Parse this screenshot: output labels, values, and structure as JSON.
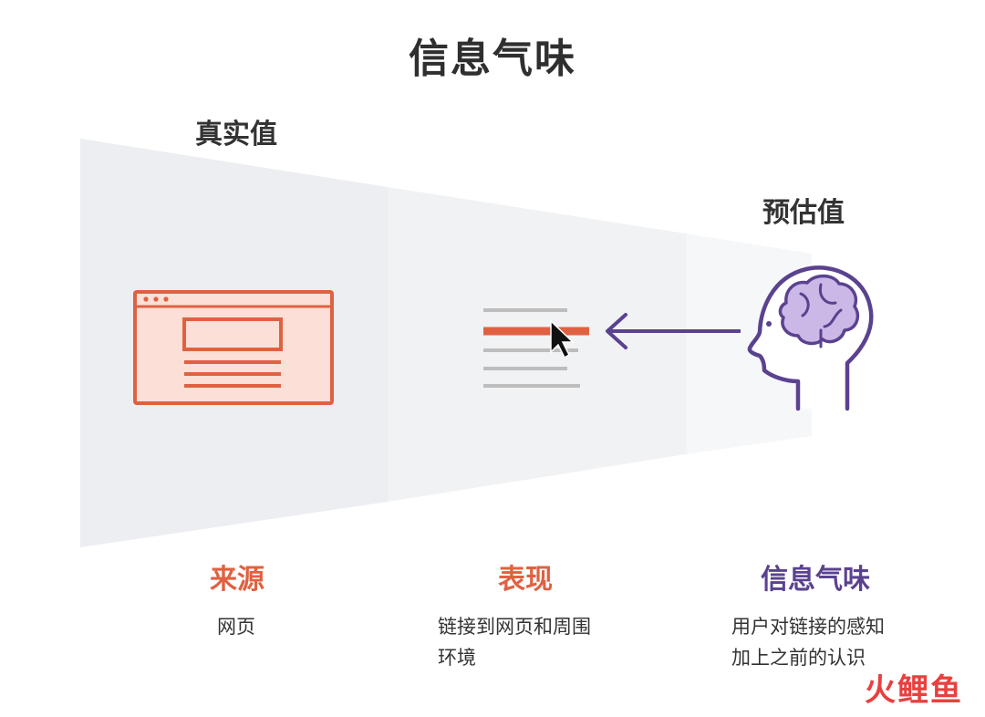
{
  "title": "信息气味",
  "labels": {
    "true_value": "真实值",
    "estimated_value": "预估值"
  },
  "columns": [
    {
      "title": "来源",
      "desc_lines": [
        "网页"
      ]
    },
    {
      "title": "表现",
      "desc_lines": [
        "链接到网页和周围",
        "环境"
      ]
    },
    {
      "title": "信息气味",
      "desc_lines": [
        "用户对链接的感知",
        "加上之前的认识"
      ]
    }
  ],
  "watermark": "火鲤鱼",
  "icons": {
    "source": "browser-window-icon",
    "representation": "link-list-cursor-icon",
    "scent": "head-brain-icon"
  },
  "colors": {
    "orange": "#e06141",
    "orange_fill": "#fcdfd6",
    "purple": "#5a4290",
    "brain_fill": "#cbb8e6",
    "gray_band": "#eceef1",
    "text_dark": "#333333",
    "watermark": "#e8403f"
  }
}
